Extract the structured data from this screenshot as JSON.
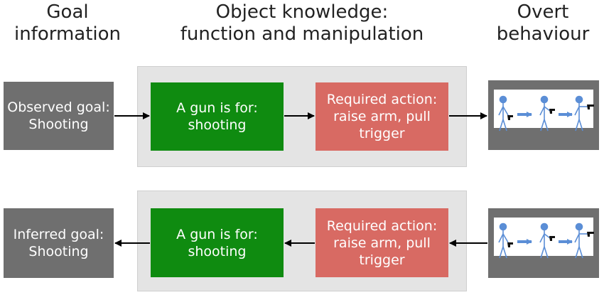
{
  "headers": {
    "goal": [
      "Goal",
      "information"
    ],
    "object": [
      "Object knowledge:",
      "function and manipulation"
    ],
    "overt": [
      "Overt",
      "behaviour"
    ]
  },
  "rows": [
    {
      "goal": [
        "Observed goal:",
        "Shooting"
      ],
      "function": [
        "A gun is for:",
        "shooting"
      ],
      "action": [
        "Required action:",
        "raise arm, pull",
        "trigger"
      ]
    },
    {
      "goal": [
        "Inferred goal:",
        "Shooting"
      ],
      "function": [
        "A gun is for:",
        "shooting"
      ],
      "action": [
        "Required action:",
        "raise arm, pull",
        "trigger"
      ]
    }
  ],
  "colors": {
    "grey_box": "#6f6f6f",
    "green_box": "#0f8b10",
    "red_box": "#d86a63",
    "panel": "#e4e4e4",
    "figure": "#5b8ed6",
    "small_arrow": "#5b8ed6"
  },
  "icons": [
    "stick-figure-holding-gun",
    "stick-figure-raising-gun",
    "stick-figure-aiming-gun"
  ]
}
